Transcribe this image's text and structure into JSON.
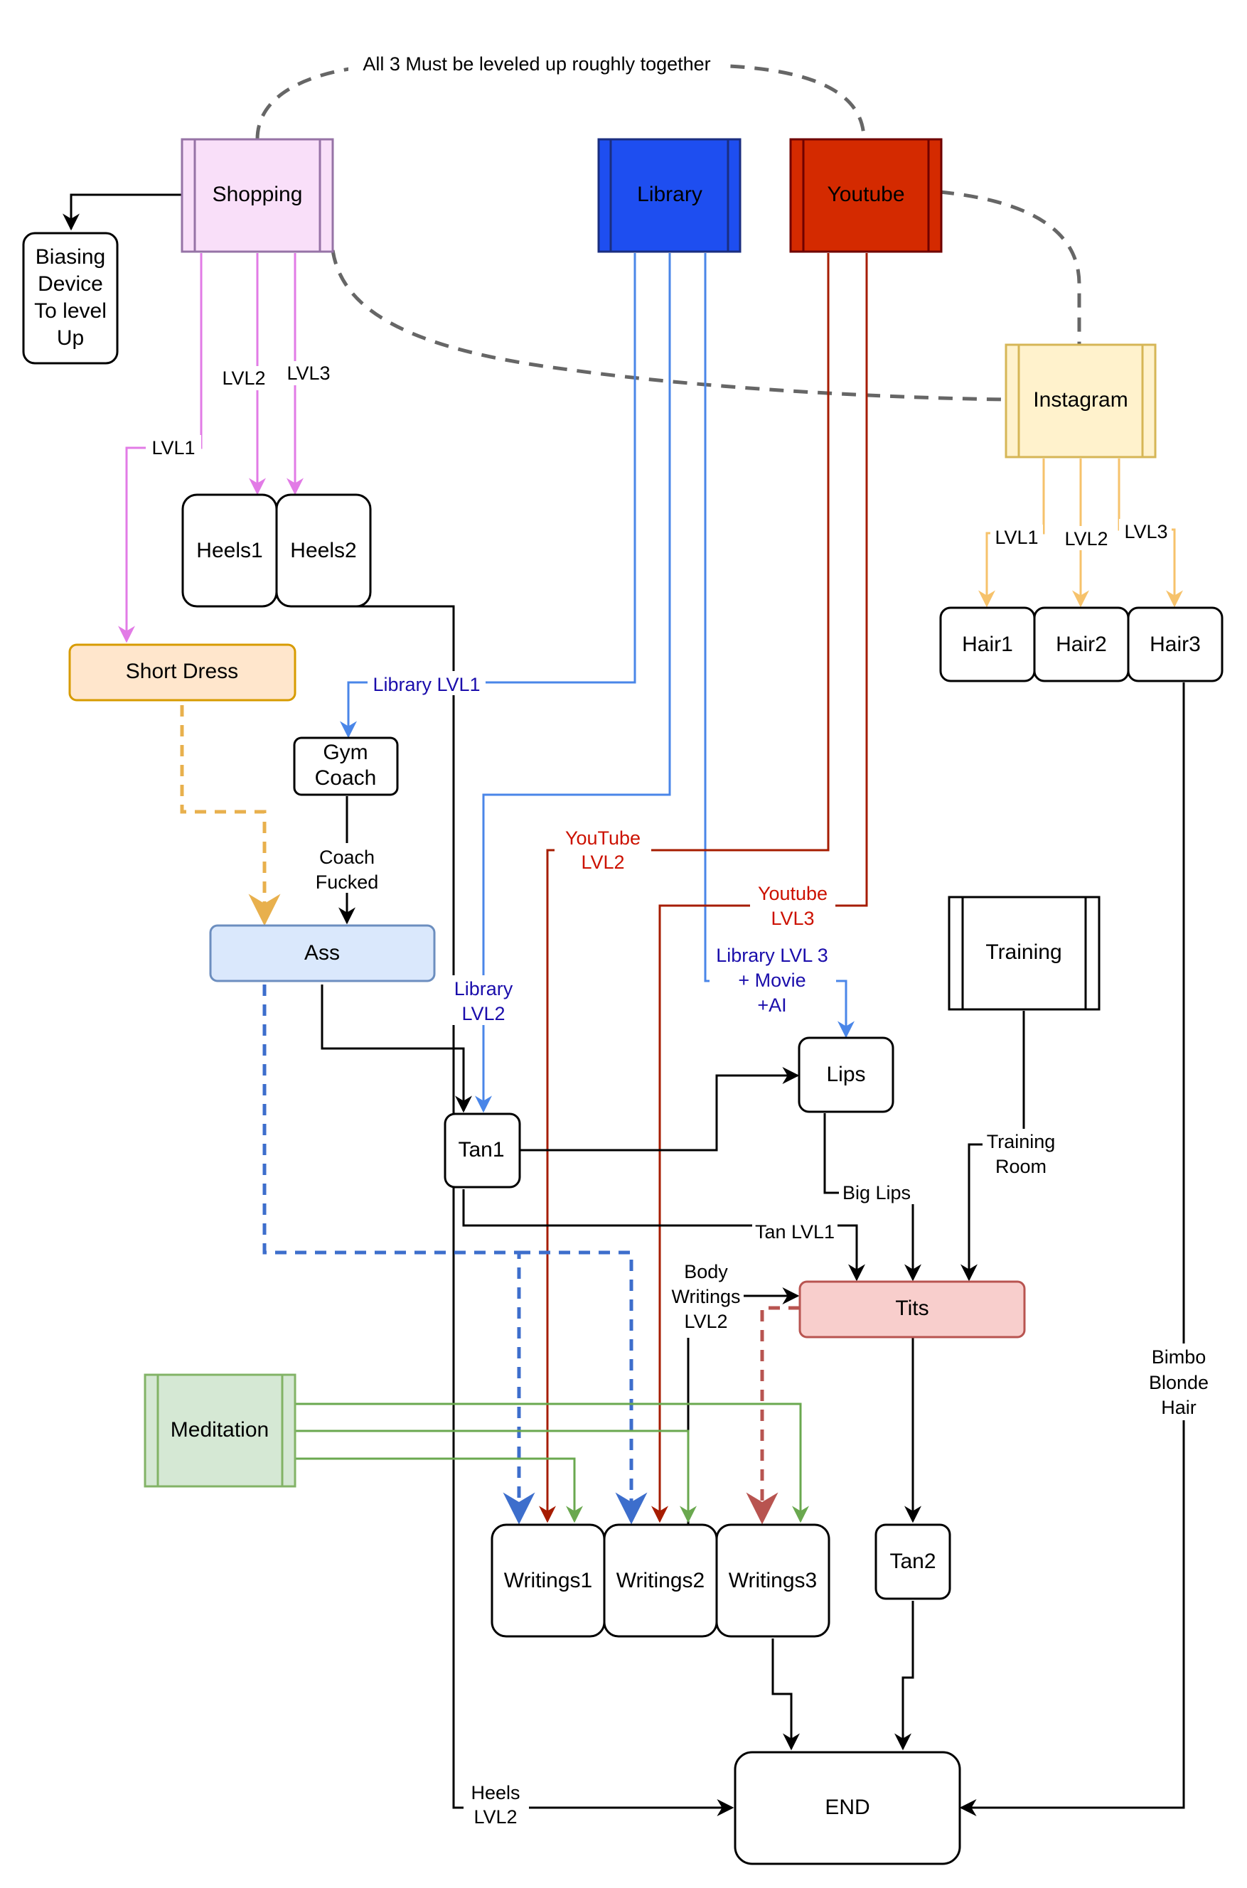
{
  "nodes": {
    "shopping": "Shopping",
    "library": "Library",
    "youtube": "Youtube",
    "instagram": "Instagram",
    "biasing": [
      "Biasing",
      "Device",
      "To level",
      "Up"
    ],
    "heels1": "Heels1",
    "heels2": "Heels2",
    "short_dress": "Short Dress",
    "gym_coach": [
      "Gym",
      "Coach"
    ],
    "ass": "Ass",
    "tan1": "Tan1",
    "lips": "Lips",
    "training": "Training",
    "tits": "Tits",
    "hair1": "Hair1",
    "hair2": "Hair2",
    "hair3": "Hair3",
    "meditation": "Meditation",
    "writings1": "Writings1",
    "writings2": "Writings2",
    "writings3": "Writings3",
    "tan2": "Tan2",
    "end": "END"
  },
  "edge_labels": {
    "together": "All 3 Must be leveled up roughly together",
    "shop_lvl1": "LVL1",
    "shop_lvl2": "LVL2",
    "shop_lvl3": "LVL3",
    "insta_lvl1": "LVL1",
    "insta_lvl2": "LVL2",
    "insta_lvl3": "LVL3",
    "library_lvl1": "Library LVL1",
    "library_lvl2": [
      "Library",
      "LVL2"
    ],
    "library_lvl3": [
      "Library LVL 3",
      "+ Movie",
      "+AI"
    ],
    "youtube_lvl2": [
      "YouTube",
      "LVL2"
    ],
    "youtube_lvl3": [
      "Youtube",
      "LVL3"
    ],
    "coach_fucked": [
      "Coach",
      "Fucked"
    ],
    "big_lips": "Big Lips",
    "training_room": [
      "Training",
      "Room"
    ],
    "tan_lvl1": "Tan LVL1",
    "body_writings": [
      "Body",
      "Writings",
      "LVL2"
    ],
    "bimbo": [
      "Bimbo",
      "Blonde",
      "Hair"
    ],
    "heels_lvl2": [
      "Heels",
      "LVL2"
    ]
  },
  "colors": {
    "shopping_fill": "#f9dff9",
    "library_fill": "#1e4ef0",
    "youtube_fill": "#d42a00",
    "instagram_fill": "#fff2cc",
    "short_dress_fill": "#ffe6cc",
    "ass_fill": "#dae8fc",
    "tits_fill": "#f8cecc",
    "meditation_fill": "#d5e8d4",
    "pink_edge": "#e27be6",
    "blue_edge": "#4a86e8",
    "red_edge": "#a61c00",
    "yellow_edge": "#f6c26b",
    "green_edge": "#6aa84f",
    "orange_dash": "#e8b04d",
    "blue_dash": "#3d6ecc",
    "brown_dash": "#b85450",
    "library_label": "#1a0dab",
    "youtube_label": "#cc1100"
  }
}
